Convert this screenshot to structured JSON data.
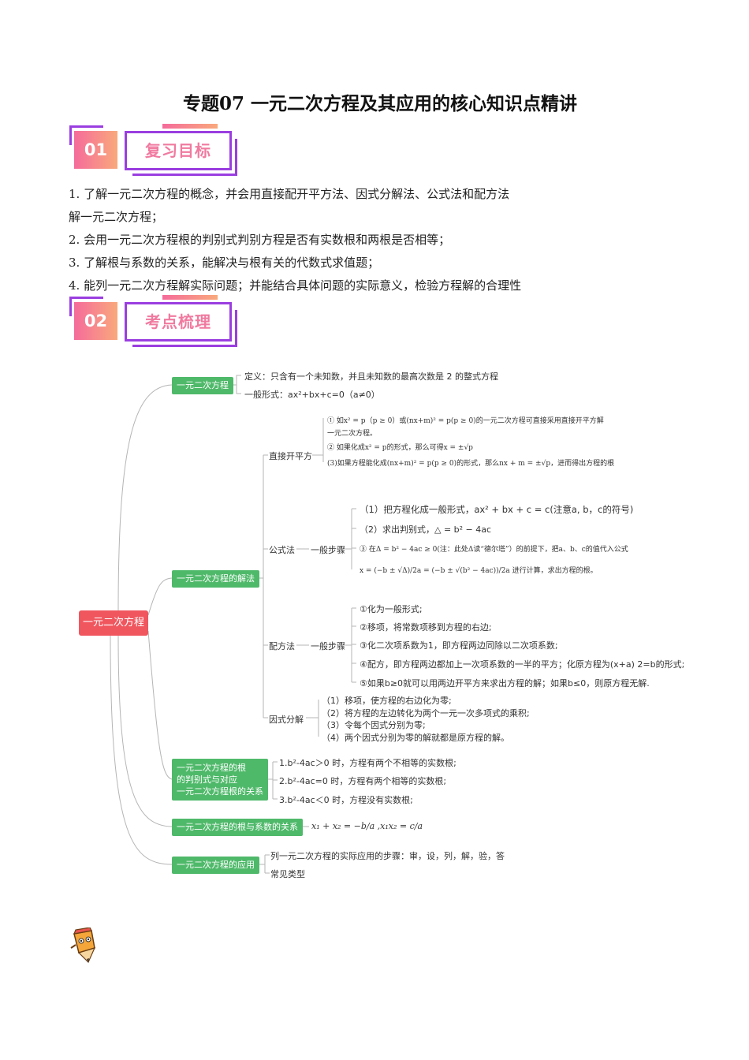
{
  "title": "专题07 一元二次方程及其应用的核心知识点精讲",
  "sections": [
    {
      "num": "01",
      "label": "复习目标"
    },
    {
      "num": "02",
      "label": "考点梳理"
    }
  ],
  "goals": [
    "1. 了解一元二次方程的概念，并会用直接配开平方法、因式分解法、公式法和配方法",
    "解一元二次方程；",
    "2. 会用一元二次方程根的判别式判别方程是否有实数根和两根是否相等；",
    "3. 了解根与系数的关系，能解决与根有关的代数式求值题；",
    "4. 能列一元二次方程解实际问题；并能结合具体问题的实际意义，检验方程解的合理性"
  ],
  "mindmap": {
    "root": "一元二次方程",
    "n1": {
      "label": "一元二次方程",
      "def": "定义：只含有一个未知数，并且未知数的最高次数是 2 的整式方程",
      "form": "一般形式：ax²+bx+c=0（a≠0）"
    },
    "n2": {
      "label": "一元二次方程的解法",
      "direct": {
        "label": "直接开平方",
        "l1": "① 如x² = p（p ≥ 0）或(nx+m)² = p(p ≥ 0)的一元二次方程可直接采用直接开平方解",
        "l1b": "一元二次方程。",
        "l2": "② 如果化成x² = p的形式，那么可得x = ±√p",
        "l3": "(3)如果方程能化成(nx+m)² = p(p ≥ 0)的形式，那么nx + m = ±√p，进而得出方程的根"
      },
      "formula": {
        "label": "公式法",
        "step": "一般步骤",
        "l1": "（1）把方程化成一般形式，ax² + bx + c = c(注意a, b，c的符号)",
        "l2": "（2）求出判别式，△ = b² − 4ac",
        "l3": "③ 在Δ = b² − 4ac ≥ 0(注：此处Δ读“德尔塔”）的前提下，把a、b、c的值代入公式",
        "l4": "x = (−b ± √Δ)/2a = (−b ± √(b² − 4ac))/2a  进行计算，求出方程的根。"
      },
      "complete": {
        "label": "配方法",
        "step": "一般步骤",
        "l1": "①化为一般形式;",
        "l2": "②移项，将常数项移到方程的右边;",
        "l3": "③化二次项系数为1，即方程两边同除以二次项系数;",
        "l4": "④配方，即方程两边都加上一次项系数的一半的平方；化原方程为(x+a)  2=b的形式;",
        "l5": "⑤如果b≥0就可以用两边开平方来求出方程的解；如果b≤0，则原方程无解."
      },
      "factor": {
        "label": "因式分解",
        "l1": "（1）移项，使方程的右边化为零;",
        "l2": "（2）将方程的左边转化为两个一元一次多项式的乘积;",
        "l3": "（3）令每个因式分别为零;",
        "l4": "（4）两个因式分别为零的解就都是原方程的解。"
      }
    },
    "n3": {
      "label1": "一元二次方程的根",
      "label2": "的判别式与对应",
      "label3": "一元二次方程根的关系",
      "l1": "1.b²-4ac＞0 时，方程有两个不相等的实数根;",
      "l2": "2.b²-4ac=0 时，方程有两个相等的实数根;",
      "l3": "3.b²-4ac＜0 时，方程没有实数根;"
    },
    "n4": {
      "label": "一元二次方程的根与系数的关系",
      "formula": "x₁ + x₂ = −b/a ,x₁x₂ = c/a"
    },
    "n5": {
      "label": "一元二次方程的应用",
      "l1": "列一元二次方程的实际应用的步骤：审，设，列，解，验，答",
      "l2": "常见类型"
    },
    "colors": {
      "root": "#f0565e",
      "node": "#4fb96a",
      "line": "#b5b5b5",
      "accent": "#9a3ee0"
    }
  }
}
